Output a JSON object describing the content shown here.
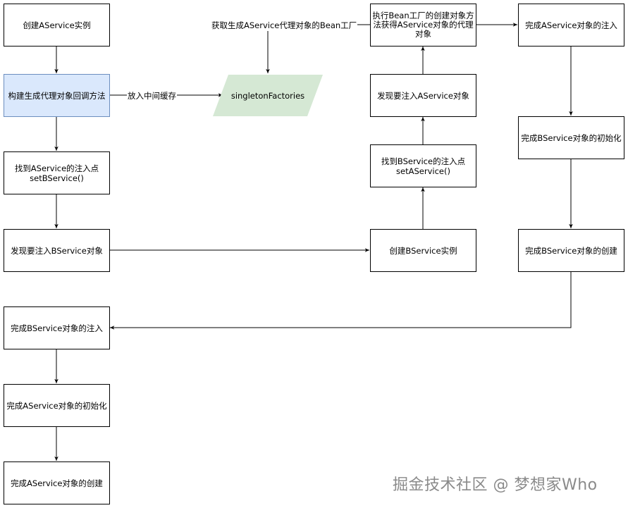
{
  "nodes": {
    "a_create": "创建AService实例",
    "build_proxy_cb": "构建生成代理对象回调方法",
    "find_a_inject": [
      "找到AService的注入点",
      "setBService()"
    ],
    "need_inject_b": "发现要注入BService对象",
    "create_b": "创建BService实例",
    "find_b_inject": [
      "找到BService的注入点",
      "setAService()"
    ],
    "need_inject_a": "发现要注入AService对象",
    "exec_bean_factory": [
      "执行Bean工厂的创建对象方",
      "法获得AService对象的代理",
      "对象"
    ],
    "a_inject_done": "完成AService对象的注入",
    "b_init_done": "完成BService对象的初始化",
    "b_create_done": "完成BService对象的创建",
    "b_inject_done": "完成BService对象的注入",
    "a_init_done": "完成AService对象的初始化",
    "a_create_done": "完成AService对象的创建",
    "singleton_factories": "singletonFactories"
  },
  "edge_labels": {
    "put_cache": "放入中间缓存",
    "get_factory": "获取生成AService代理对象的Bean工厂"
  },
  "colors": {
    "callback_fill": "#dae8fc",
    "callback_stroke": "#6c8ebf",
    "cache_fill": "#d5e8d4"
  },
  "watermark": "掘金技术社区 @ 梦想家Who"
}
